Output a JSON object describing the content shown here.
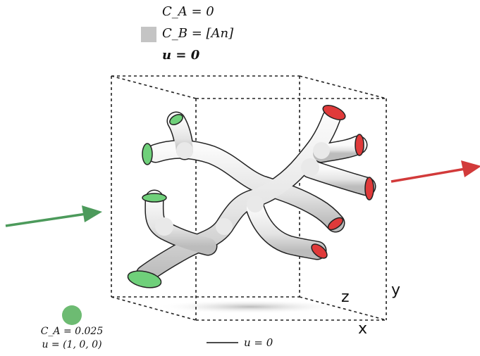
{
  "legend": {
    "ca_label": "C_A = 0",
    "cb_label": "C_B = [An]",
    "u_label": "u = 0",
    "cb_swatch_color": "#c4c4c4"
  },
  "inlet": {
    "ca_label": "C_A = 0.025",
    "u_label": "u = (1, 0, 0)",
    "color": "#6dbb72",
    "arrow_color": "#4c9a5b"
  },
  "outlet": {
    "arrow_color": "#d23a3a",
    "cap_color": "#e03a3a"
  },
  "axes": {
    "x": "x",
    "y": "y",
    "z": "z"
  },
  "wall": {
    "label": "u = 0"
  },
  "colors": {
    "tube": "#e2e2e2",
    "tube_stroke": "#222222",
    "inlet_cap": "#6fd07a",
    "box": "#222222"
  }
}
